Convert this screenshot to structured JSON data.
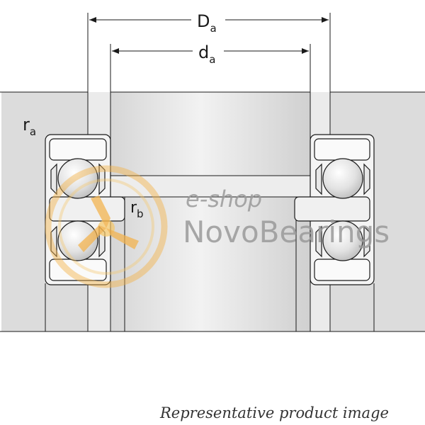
{
  "labels": {
    "outer_dim_main": "D",
    "outer_dim_sub": "a",
    "inner_dim_main": "d",
    "inner_dim_sub": "a",
    "radius_a_main": "r",
    "radius_a_sub": "a",
    "radius_b_main": "r",
    "radius_b_sub": "b"
  },
  "watermark": {
    "shop_text": "e-shop",
    "brand_text": "NovoBearings"
  },
  "caption": "Representative product image",
  "colors": {
    "line": "#1a1a1a",
    "shaft_fill": "#e6e6e6",
    "housing_fill": "#dcdcdc",
    "watermark_text": "#9a9a9a",
    "watermark_logo": "#f3b24a",
    "logo_center": "#f6c86a"
  }
}
